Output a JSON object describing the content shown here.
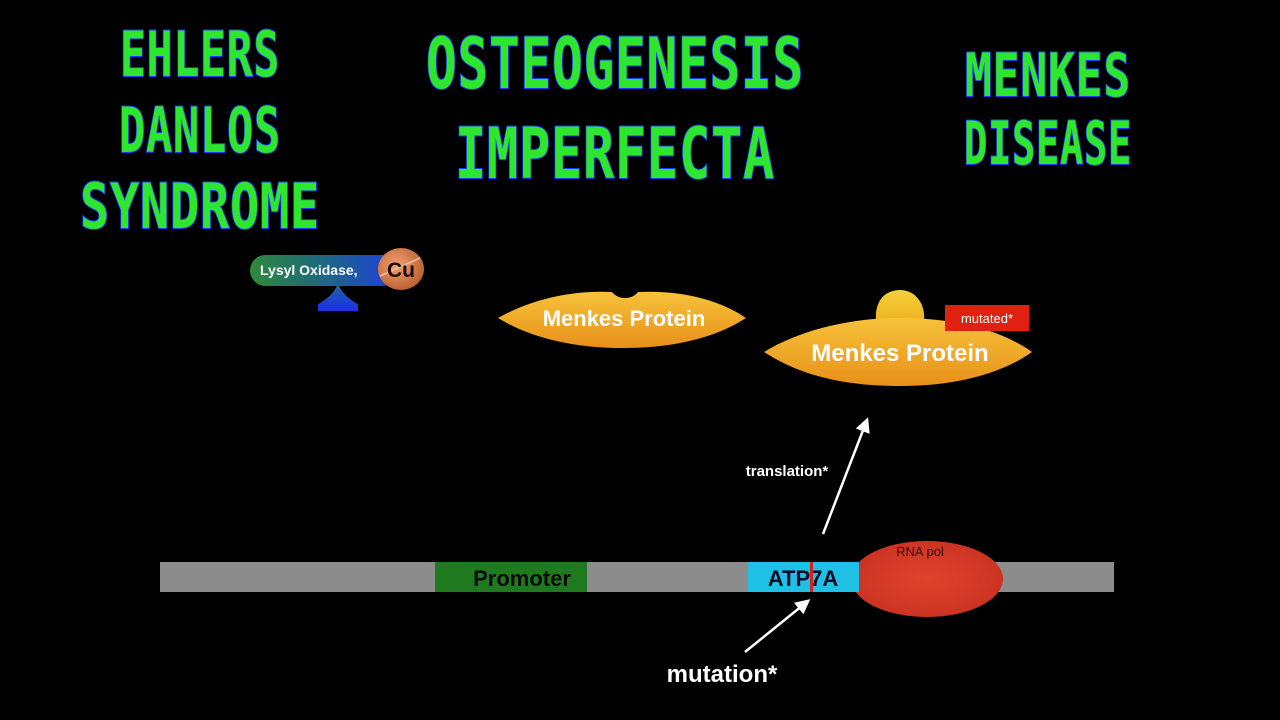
{
  "titles": {
    "ehlers_danlos": [
      "EHLERS",
      "DANLOS",
      "SYNDROME"
    ],
    "osteogenesis": [
      "OSTEOGENESIS",
      "IMPERFECTA"
    ],
    "menkes": [
      "MENKES",
      "DISEASE"
    ]
  },
  "lysyl_oxidase": {
    "label": "Lysyl Oxidase,",
    "cofactor": "Cu"
  },
  "menkes_protein_normal": {
    "label": "Menkes Protein"
  },
  "menkes_protein_mutated": {
    "label": "Menkes Protein",
    "badge": "mutated*"
  },
  "dna": {
    "promoter_label": "Promoter",
    "gene_label": "ATP7A",
    "rna_pol_label": "RNA pol"
  },
  "annotations": {
    "translation": "translation*",
    "mutation": "mutation*"
  },
  "colors": {
    "title_fill": "#2ee62e",
    "title_outline": "#1a3cff",
    "dna_strand": "#8c8c8c",
    "promoter": "#1f7a1f",
    "gene": "#1ec0e6",
    "mutation_mark": "#d42020",
    "rna_pol": "#d93a2b",
    "protein": "#f0a020",
    "badge": "#e02010"
  }
}
